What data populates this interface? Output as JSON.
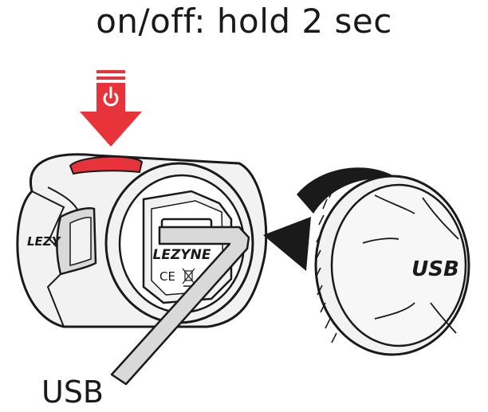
{
  "title": "on/off: hold 2 sec",
  "usb_label": "USB",
  "brand_front": "LEZYNE",
  "brand_side": "LEZY",
  "cap_label": "USB",
  "certification": "CE",
  "colors": {
    "accent_red": "#e8333a",
    "outline": "#1a1a1a",
    "light_gray": "#f2f2f2",
    "mid_gray": "#d9d9d9",
    "dark_gray": "#9a9a9a"
  },
  "icons": [
    "power-icon",
    "down-arrow-icon",
    "rotate-arrow-icon",
    "usb-cable-icon",
    "weee-bin-icon"
  ]
}
